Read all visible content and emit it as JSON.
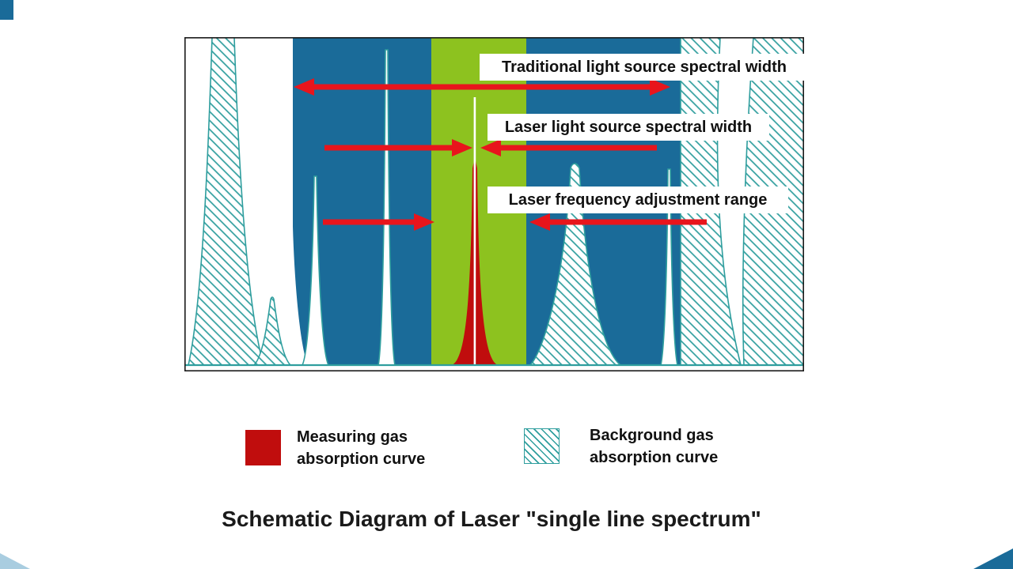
{
  "title": "Schematic Diagram of Laser \"single line spectrum\"",
  "annotations": {
    "traditional": "Traditional light source spectral width",
    "laser_width": "Laser light source spectral width",
    "adjustment_range": "Laser frequency adjustment range"
  },
  "legend": {
    "measuring": {
      "line1": "Measuring gas",
      "line2": "absorption curve"
    },
    "background": {
      "line1": "Background gas",
      "line2": "absorption curve"
    }
  },
  "colors": {
    "blue": "#1a6b99",
    "green": "#8dc21f",
    "red_fill": "#c00d0d",
    "red_arrow": "#e8151c",
    "hatch_teal": "#2f9e9e"
  }
}
